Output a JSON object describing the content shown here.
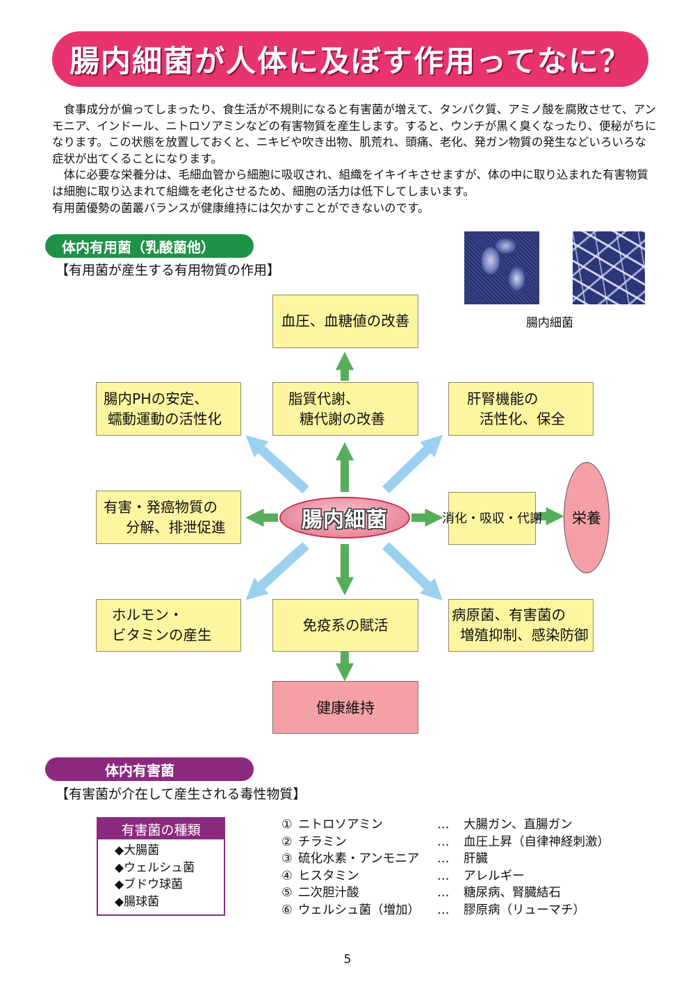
{
  "title": "腸内細菌が人体に及ぼす作用ってなに？",
  "intro": {
    "p1": "食事成分が偏ってしまったり、食生活が不規則になると有害菌が増えて、タンパク質、アミノ酸を腐敗させて、アンモニア、インドール、ニトロソアミンなどの有害物質を産生します。すると、ウンチが黒く臭くなったり、便秘がちになります。この状態を放置しておくと、ニキビや吹き出物、肌荒れ、頭痛、老化、発ガン物質の発生などいろいろな症状が出てくることになります。",
    "p2": "体に必要な栄養分は、毛細血管から細胞に吸収され、組織をイキイキさせますが、体の中に取り込まれた有害物質は細胞に取り込まれて組織を老化させるため、細胞の活力は低下してしまいます。",
    "p3": "有用菌優勢の菌叢バランスが健康維持には欠かすことができないのです。"
  },
  "good_section": {
    "pill": "体内有用菌（乳酸菌他）",
    "subheading": "【有用菌が産生する有用物質の作用】",
    "photo_caption": "腸内細菌",
    "center": "腸内細菌",
    "boxes": {
      "top": [
        "血圧、血糖値の改善"
      ],
      "upper_left": [
        "腸内PHの安定、",
        "蠕動運動の活性化"
      ],
      "upper_mid": [
        "脂質代謝、",
        "糖代謝の改善"
      ],
      "upper_right": [
        "肝腎機能の",
        "活性化、保全"
      ],
      "mid_left": [
        "有害・発癌物質の",
        "分解、排泄促進"
      ],
      "mid_right": [
        "消化・吸収・代謝"
      ],
      "eiyou": "栄養",
      "lower_left": [
        "ホルモン・",
        "ビタミンの産生"
      ],
      "lower_mid": [
        "免疫系の賦活"
      ],
      "lower_right": [
        "病原菌、有害菌の",
        "増殖抑制、感染防御"
      ],
      "bottom": "健康維持"
    },
    "colors": {
      "box_fill": "#fdf6a1",
      "green_arrow": "#58ad5c",
      "blue_arrow": "#9bd1ee",
      "pink": "#f5a0a7"
    }
  },
  "bad_section": {
    "pill": "体内有害菌",
    "subheading": "【有害菌が介在して産生される毒性物質】",
    "types_heading": "有害菌の種類",
    "types": [
      "◆大腸菌",
      "◆ウェルシュ菌",
      "◆ブドウ球菌",
      "◆腸球菌"
    ],
    "toxins": [
      {
        "num": "①",
        "name": "ニトロソアミン",
        "dots": "…",
        "effect": "大腸ガン、直腸ガン"
      },
      {
        "num": "②",
        "name": "チラミン",
        "dots": "…",
        "effect": "血圧上昇（自律神経刺激）"
      },
      {
        "num": "③",
        "name": "硫化水素・アンモニア",
        "dots": "…",
        "effect": "肝臓"
      },
      {
        "num": "④",
        "name": "ヒスタミン",
        "dots": "…",
        "effect": "アレルギー"
      },
      {
        "num": "⑤",
        "name": "二次胆汁酸",
        "dots": "…",
        "effect": "糖尿病、腎臓結石"
      },
      {
        "num": "⑥",
        "name": "ウェルシュ菌（増加）",
        "dots": "…",
        "effect": "膠原病（リューマチ）"
      }
    ]
  },
  "page_number": "5"
}
